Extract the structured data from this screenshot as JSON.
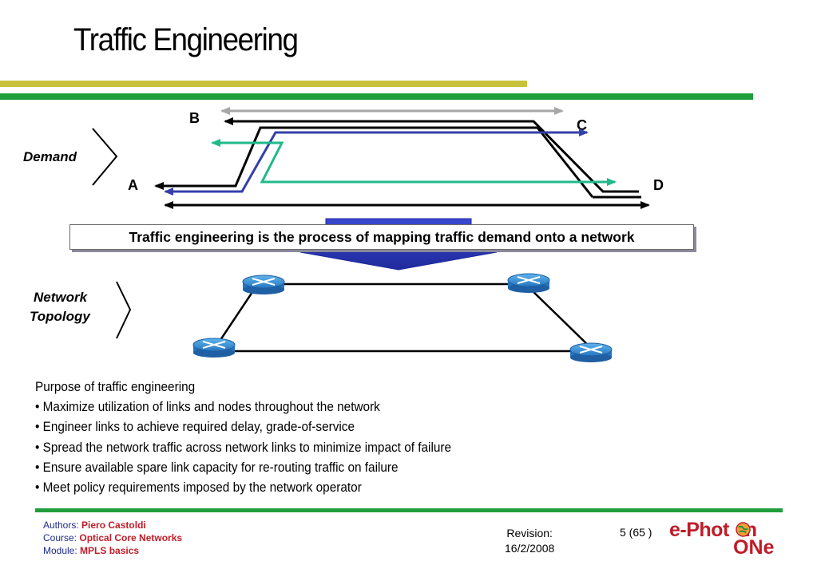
{
  "slide": {
    "title": "Traffic Engineering",
    "callout": "Traffic engineering is the process of mapping traffic demand onto a network"
  },
  "diagram": {
    "demand_label": "Demand",
    "topology_label_line1": "Network",
    "topology_label_line2": "Topology",
    "nodes": {
      "a": "A",
      "b": "B",
      "c": "C",
      "d": "D"
    },
    "colors": {
      "black_path": "#000000",
      "gray_arrow": "#a6a6a6",
      "blue_path": "#3340a8",
      "teal_path": "#20b98a",
      "funnel": "#2f3fc4",
      "router": "#2f8fd4"
    }
  },
  "purpose": {
    "heading": "Purpose of traffic engineering",
    "bullets": [
      "• Maximize utilization of links and nodes throughout the network",
      "• Engineer links to achieve required delay, grade-of-service",
      "• Spread the network traffic across network links to minimize impact of failure",
      "• Ensure available spare link capacity for re-routing traffic on failure",
      "• Meet policy requirements imposed by the network operator"
    ]
  },
  "footer": {
    "authors_label": "Authors:",
    "authors_value": "Piero Castoldi",
    "course_label": "Course:",
    "course_value": "Optical Core Networks",
    "module_label": "Module:",
    "module_value": "MPLS basics",
    "revision_label": "Revision:",
    "revision_date": "16/2/2008",
    "page": "5 (65 )",
    "logo_line1": "e-Phot",
    "logo_line1_end": "n",
    "logo_line2": "ONe"
  }
}
